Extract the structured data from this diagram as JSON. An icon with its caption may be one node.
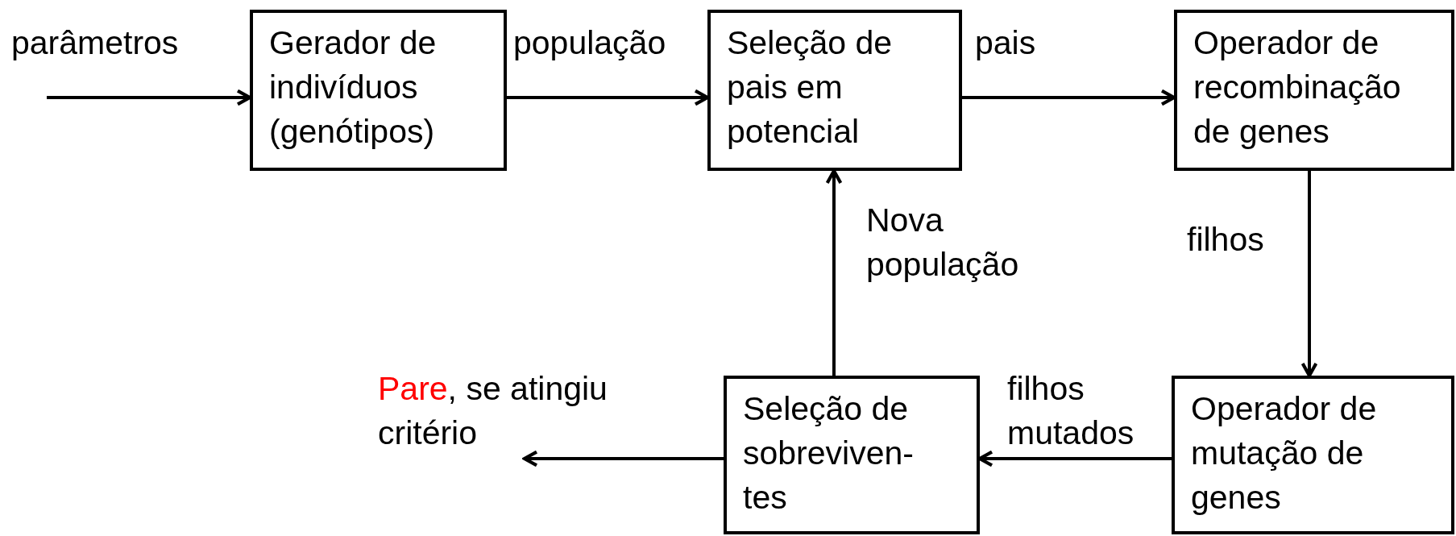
{
  "diagram": {
    "nodes": [
      {
        "text": [
          "Gerador de indivíduos (genótipos)"
        ]
      },
      {
        "text": [
          "Seleção de pais em potencial"
        ]
      },
      {
        "text": [
          "Operador de recombinação de genes"
        ]
      },
      {
        "text": [
          "Operador de mutação de genes"
        ]
      },
      {
        "text": [
          "Seleção de sobreviven-tes"
        ]
      }
    ],
    "edges": [
      {
        "from": null,
        "to": 0,
        "arrow": "to",
        "label": "parâmetros"
      },
      {
        "from": 0,
        "to": 1,
        "arrow": "to",
        "label": "população"
      },
      {
        "from": 1,
        "to": 2,
        "arrow": "to",
        "label": "pais"
      },
      {
        "from": 2,
        "to": 3,
        "arrow": "to",
        "label": "filhos"
      },
      {
        "from": 3,
        "to": 4,
        "arrow": "to",
        "label": "filhos mutados"
      },
      {
        "from": 4,
        "to": 1,
        "arrow": "to",
        "label": "Nova população"
      },
      {
        "from": 4,
        "to": null,
        "arrow": "to",
        "label": "*Pare*, se atingiu critério"
      }
    ]
  }
}
